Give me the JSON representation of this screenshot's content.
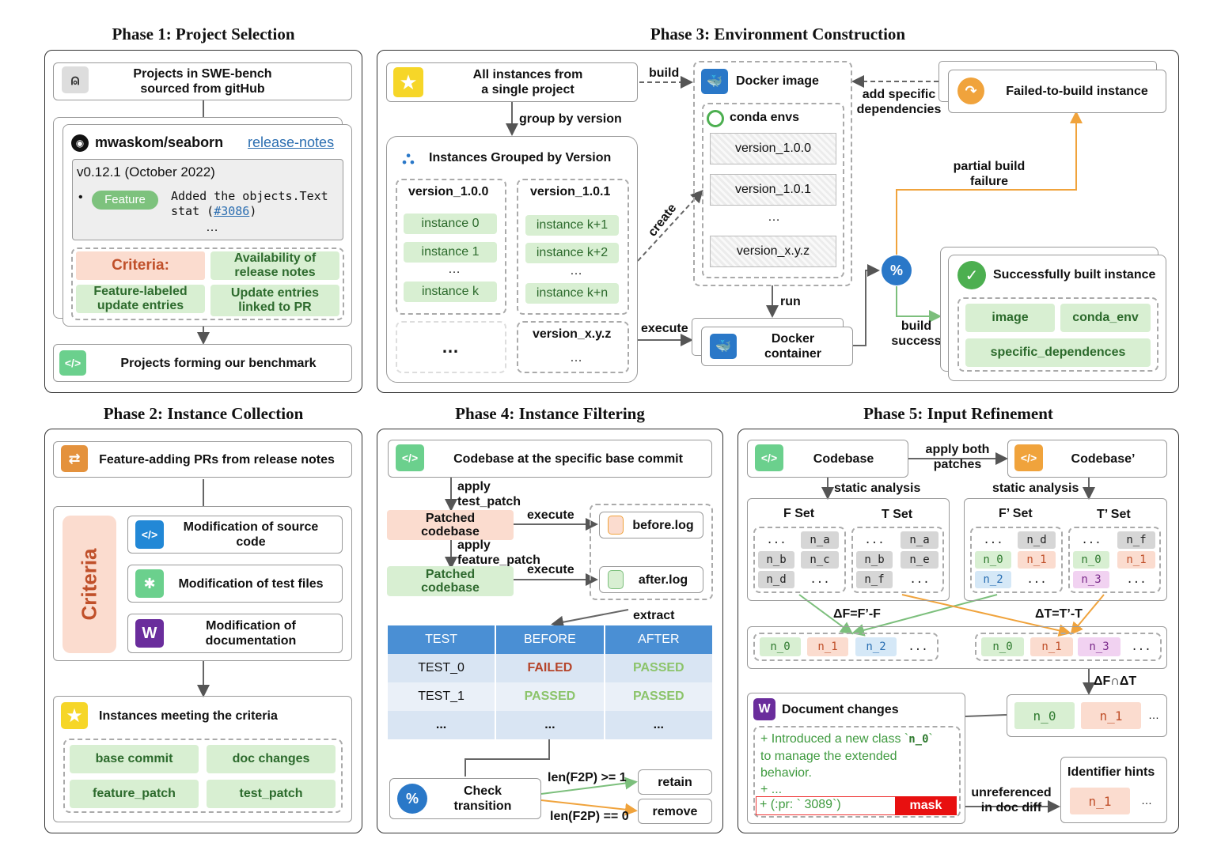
{
  "titles": {
    "p1": "Phase 1: Project Selection",
    "p2": "Phase 2: Instance Collection",
    "p3": "Phase 3: Environment Construction",
    "p4": "Phase 4: Instance Filtering",
    "p5": "Phase 5: Input Refinement"
  },
  "p1": {
    "top_line1": "Projects in SWE-bench",
    "top_line2": "sourced from gitHub",
    "repo": "mwaskom/seaborn",
    "release_link": "release-notes",
    "version": "v0.12.1 (October 2022)",
    "bullet": "•",
    "feature_badge": "Feature",
    "note_line1": "Added the objects.Text",
    "note_line2a": "stat (",
    "note_pr": "#3086",
    "note_line2b": ")",
    "ellipsis": "…",
    "criteria": "Criteria:",
    "crit1_l1": "Availability of",
    "crit1_l2": "release notes",
    "crit2_l1": "Feature-labeled",
    "crit2_l2": "update entries",
    "crit3_l1": "Update entries",
    "crit3_l2": "linked to PR",
    "bottom": "Projects forming our benchmark"
  },
  "p2": {
    "top": "Feature-adding PRs from release notes",
    "criteria": "Criteria",
    "c1_l1": "Modification of source",
    "c1_l2": "code",
    "c2": "Modification of test files",
    "c3_l1": "Modification of",
    "c3_l2": "documentation",
    "bottom": "Instances meeting the criteria",
    "t1": "base commit",
    "t2": "doc changes",
    "t3": "feature_patch",
    "t4": "test_patch"
  },
  "p3": {
    "all_l1": "All instances from",
    "all_l2": "a single project",
    "build": "build",
    "group_by": "group by version",
    "grouped": "Instances Grouped by Version",
    "v100": "version_1.0.0",
    "v101": "version_1.0.1",
    "vxyz": "version_x.y.z",
    "i0": "instance 0",
    "i1": "instance 1",
    "ik": "instance k",
    "ik1": "instance k+1",
    "ik2": "instance k+2",
    "ikn": "instance k+n",
    "dots": "…",
    "create": "create",
    "docker_image": "Docker image",
    "conda": "conda envs",
    "cv1": "version_1.0.0",
    "cv2": "version_1.0.1",
    "cv3": "version_x.y.z",
    "run": "run",
    "execute": "execute",
    "container_l1": "Docker",
    "container_l2": "container",
    "add_l1": "add specific",
    "add_l2": "dependencies",
    "failed": "Failed-to-build instance",
    "partial_l1": "partial build",
    "partial_l2": "failure",
    "build_l1": "build",
    "build_l2": "success",
    "success": "Successfully built instance",
    "s1": "image",
    "s2": "conda_env",
    "s3": "specific_dependences"
  },
  "p4": {
    "top": "Codebase at the specific base commit",
    "apply1_l1": "apply",
    "apply1_l2": "test_patch",
    "patched1_l1": "Patched",
    "patched1_l2": "codebase",
    "exec1": "execute",
    "before_log": "before.log",
    "apply2_l1": "apply",
    "apply2_l2": "feature_patch",
    "patched2_l1": "Patched",
    "patched2_l2": "codebase",
    "exec2": "execute",
    "after_log": "after.log",
    "extract": "extract",
    "headers": [
      "TEST",
      "BEFORE",
      "AFTER"
    ],
    "rows": [
      [
        "TEST_0",
        "FAILED",
        "PASSED"
      ],
      [
        "TEST_1",
        "PASSED",
        "PASSED"
      ],
      [
        "...",
        "...",
        "..."
      ]
    ],
    "check_l1": "Check",
    "check_l2": "transition",
    "cond1": "len(F2P) >= 1",
    "cond2": "len(F2P) == 0",
    "retain": "retain",
    "remove": "remove"
  },
  "p5": {
    "codebase": "Codebase",
    "codebase2": "Codebase’",
    "apply_l1": "apply both",
    "apply_l2": "patches",
    "static1": "static analysis",
    "static2": "static analysis",
    "fset": "F Set",
    "tset": "T Set",
    "fset2": "F’ Set",
    "tset2": "T’ Set",
    "dF": "ΔF=F’-F",
    "dT": "ΔT=T’-T",
    "inter": "ΔF∩ΔT",
    "doc": "Document changes",
    "doc_l1": "+ Introduced a new class `",
    "doc_code": "n_0",
    "doc_l1b": "`",
    "doc_l2": "to manage the extended",
    "doc_l3": "behavior.",
    "doc_l4": "+ ...",
    "doc_pr": "+ (:pr: ` 3089`)",
    "mask": "mask",
    "unref_l1": "unreferenced",
    "unref_l2": "in doc diff",
    "hints": "Identifier hints",
    "n_a": "n_a",
    "n_b": "n_b",
    "n_c": "n_c",
    "n_d": "n_d",
    "n_e": "n_e",
    "n_f": "n_f",
    "n_0": "n_0",
    "n_1": "n_1",
    "n_2": "n_2",
    "n_3": "n_3",
    "dots": "…",
    "dots3": "..."
  },
  "colors": {
    "green_tag": "#d8efd2",
    "orange_accent": "#f0a33c",
    "blue_header": "#4a8fd4",
    "failed_red": "#b5442a",
    "passed_green": "#8cc46b"
  }
}
